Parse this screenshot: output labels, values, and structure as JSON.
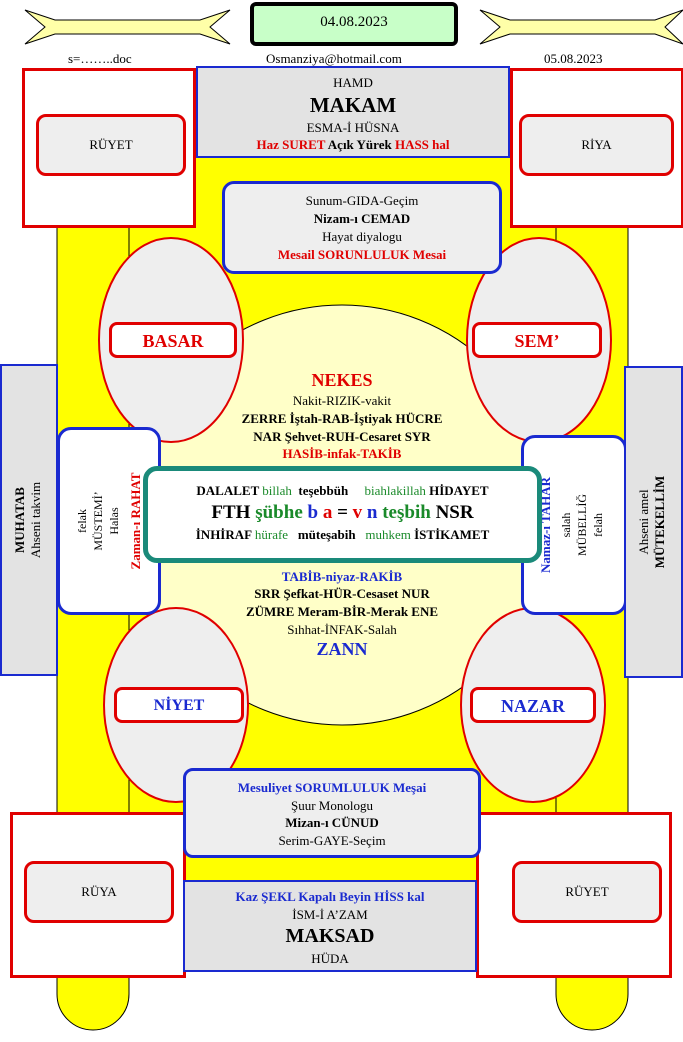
{
  "header": {
    "date_main": "04.08.2023",
    "file_label": "s=……..doc",
    "email": "Osmanziya@hotmail.com",
    "date_right": "05.08.2023"
  },
  "top_box": {
    "line1": "HAMD",
    "title": "MAKAM",
    "line3": "ESMA-İ HÜSNA",
    "line4_a": "Haz SURET",
    "line4_b": "Açık Yürek",
    "line4_c": "HASS hal"
  },
  "corners": {
    "top_left": "RÜYET",
    "top_right": "RİYA",
    "bottom_left": "RÜYA",
    "bottom_right": "RÜYET"
  },
  "upper_inner": {
    "line1": "Sunum-GIDA-Geçim",
    "line2": "Nizam-ı CEMAD",
    "line3": "Hayat diyalogu",
    "line4": "Mesail SORUNLULUK Mesai"
  },
  "ovals": {
    "basar": "BASAR",
    "sem": "SEM’",
    "niyet": "NİYET",
    "nazar": "NAZAR"
  },
  "circle": {
    "title_top": "NEKES",
    "l1": "Nakit-RIZIK-vakit",
    "l2": "ZERRE İştah-RAB-İştiyak HÜCRE",
    "l3": "NAR Şehvet-RUH-Cesaret SYR",
    "l4": "HASİB-infak-TAKİB",
    "l5": "TABİB-niyaz-RAKİB",
    "l6": "SRR Şefkat-HÜR-Cesaset NUR",
    "l7": "ZÜMRE Meram-BİR-Merak ENE",
    "l8": "Sıhhat-İNFAK-Salah",
    "title_bottom": "ZANN"
  },
  "center_box": {
    "r1": [
      "DALALET",
      "billah",
      "teşebbüh",
      "biahlakillah",
      "HİDAYET"
    ],
    "r2": [
      "FTH",
      "şübhe",
      "b",
      "a",
      "=",
      "v",
      "n",
      "teşbih",
      "NSR"
    ],
    "r3": [
      "İNHİRAF",
      "hürafe",
      "müteşabih",
      "muhkem",
      "İSTİKAMET"
    ]
  },
  "left_side": {
    "outer_bold": "MUHATAB",
    "outer_normal": "Ahseni takvim",
    "inner1": "felak",
    "inner2": "MÜSTEMİ’",
    "inner3": "Halas",
    "inner_red": "Zaman-ı RAHAT"
  },
  "right_side": {
    "outer_normal": "Ahseni amel",
    "outer_bold": "MÜTEKELLİM",
    "inner_blue": "Namaz-ı TAHAR",
    "inner1": "salah",
    "inner2": "MÜBELLİĞ",
    "inner3": "felah"
  },
  "lower_inner": {
    "line1": "Mesuliyet SORUMLULUK Meşai",
    "line2": "Şuur Monologu",
    "line3": "Mizan-ı CÜNUD",
    "line4": "Serim-GAYE-Seçim"
  },
  "bottom_box": {
    "line1": "Kaz ŞEKL Kapalı Beyin HİSS kal",
    "line2": "İSM-İ A’ZAM",
    "title": "MAKSAD",
    "line4": "HÜDA"
  }
}
